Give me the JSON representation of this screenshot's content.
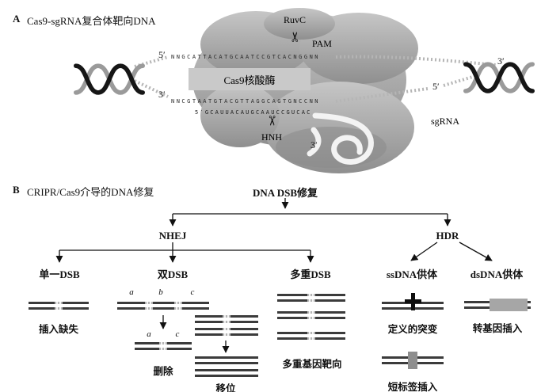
{
  "panel_a": {
    "tag": "A",
    "title": "Cas9-sgRNA复合体靶向DNA",
    "ruvc_label": "RuvC",
    "pam_label": "PAM",
    "hnh_label": "HNH",
    "sgrna_label": "sgRNA",
    "cas9_box_label": "Cas9核酸酶",
    "seq_top": "NNGCATTACATGCAATCCGTCACNGGNN",
    "seq_bottom": "NNCGTAATGTACGTTAGGCAGTGNCCNN",
    "seq_sgrna": "5′GCAUUACAUGCAAUCCGUCAC",
    "prime_left_top": "5′",
    "prime_left_bottom": "3′",
    "prime_right_top": "3′",
    "prime_right_mid": "5′",
    "prime_bottom": "3′"
  },
  "panel_b": {
    "tag": "B",
    "title": "CRIPR/Cas9介导的DNA修复",
    "root_label": "DNA DSB修复",
    "nhej_label": "NHEJ",
    "hdr_label": "HDR",
    "single_dsb": {
      "header": "单一DSB",
      "caption": "插入缺失"
    },
    "double_dsb": {
      "header": "双DSB",
      "letters_top": [
        "a",
        "b",
        "c"
      ],
      "letters_bottom": [
        "a",
        "c"
      ],
      "deletion_caption": "删除",
      "translocation_caption": "移位"
    },
    "multi_dsb": {
      "header": "多重DSB",
      "caption": "多重基因靶向"
    },
    "ssdna": {
      "header": "ssDNA供体",
      "mutation_caption": "定义的突变",
      "tag_caption": "短标签插入"
    },
    "dsdna": {
      "header": "dsDNA供体",
      "caption": "转基因插入"
    }
  }
}
